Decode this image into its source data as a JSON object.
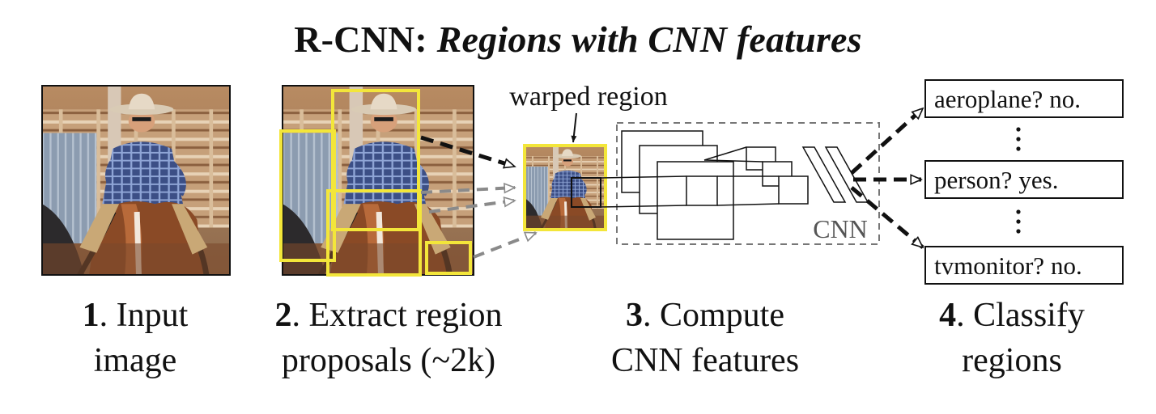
{
  "title": {
    "prefix": "R-CNN: ",
    "emphasis": "Regions with CNN features"
  },
  "labels": {
    "warped_region": "warped region",
    "cnn": "CNN"
  },
  "classes": [
    {
      "name": "aeroplane?",
      "verdict": "no."
    },
    {
      "name": "person?",
      "verdict": "yes."
    },
    {
      "name": "tvmonitor?",
      "verdict": "no."
    }
  ],
  "steps": [
    {
      "num": "1",
      "line1": ". Input",
      "line2": "image"
    },
    {
      "num": "2",
      "line1": ". Extract region",
      "line2": "proposals (~2k)"
    },
    {
      "num": "3",
      "line1": ". Compute",
      "line2": "CNN features"
    },
    {
      "num": "4",
      "line1": ". Classify",
      "line2": "regions"
    }
  ],
  "colors": {
    "proposal_box": "#f3e63a",
    "arrow_dark": "#111111",
    "arrow_gray": "#8a8a8a",
    "dashed_frame": "#777777"
  }
}
